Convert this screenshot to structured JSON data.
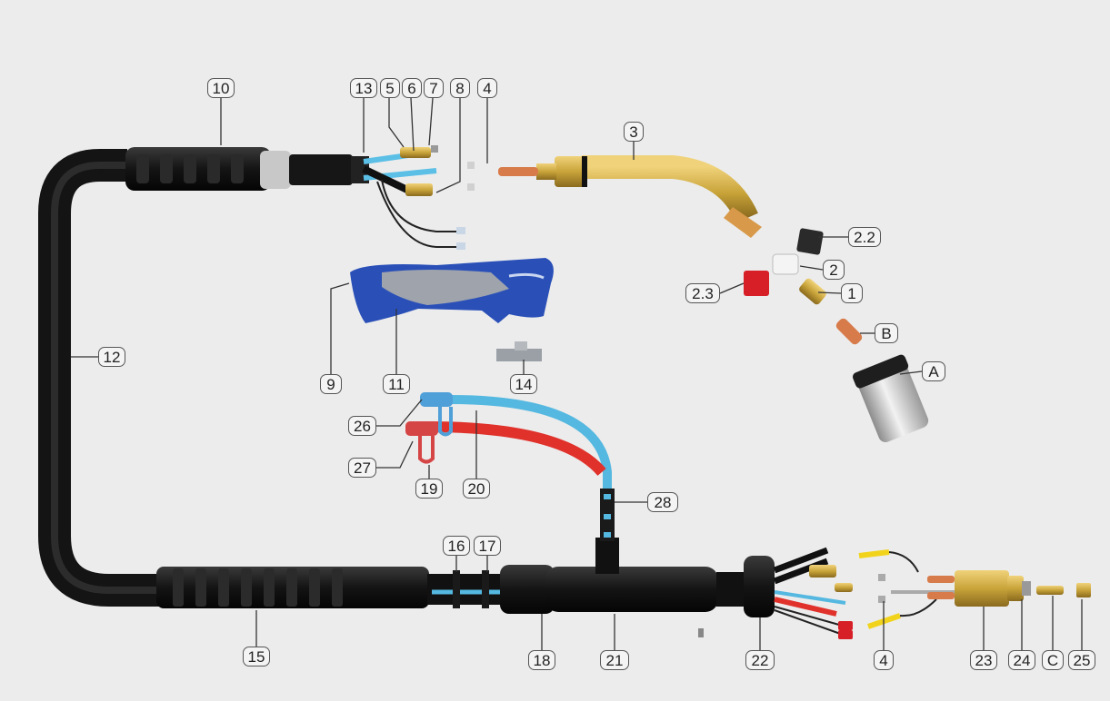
{
  "labels": {
    "l10": "10",
    "l13": "13",
    "l5": "5",
    "l6": "6",
    "l7": "7",
    "l8": "8",
    "l4a": "4",
    "l3": "3",
    "l22b": "2.2",
    "l2": "2",
    "l23b": "2.3",
    "l1": "1",
    "lB": "B",
    "lA": "A",
    "l12": "12",
    "l9": "9",
    "l11": "11",
    "l14": "14",
    "l26": "26",
    "l27": "27",
    "l19": "19",
    "l20": "20",
    "l28": "28",
    "l16": "16",
    "l17": "17",
    "l15": "15",
    "l18": "18",
    "l21": "21",
    "l22": "22",
    "l4b": "4",
    "l23": "23",
    "l24": "24",
    "lC": "C",
    "l25": "25"
  },
  "colors": {
    "background": "#ececec",
    "cable": "#1a1a1a",
    "brass": "#c9a43a",
    "copper": "#d77b4a",
    "handle_blue": "#2a50b8",
    "handle_grey": "#9ea3ac",
    "water_blue": "#55b8e0",
    "water_red": "#e0312b",
    "nozzle": "#bdbdbd",
    "insulator_red": "#d61f26",
    "wire_yellow": "#f2d31c"
  }
}
